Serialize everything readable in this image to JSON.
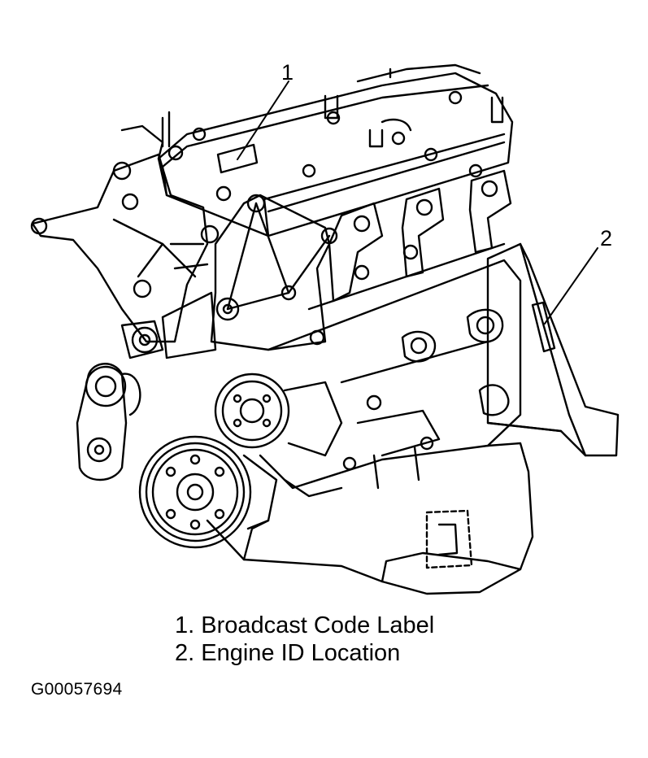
{
  "callouts": [
    {
      "number": "1"
    },
    {
      "number": "2"
    }
  ],
  "legend": [
    {
      "text": "1. Broadcast Code Label"
    },
    {
      "text": "2. Engine ID Location"
    }
  ],
  "figure_id": "G00057694",
  "colors": {
    "ink": "#000000",
    "paper": "#ffffff"
  }
}
